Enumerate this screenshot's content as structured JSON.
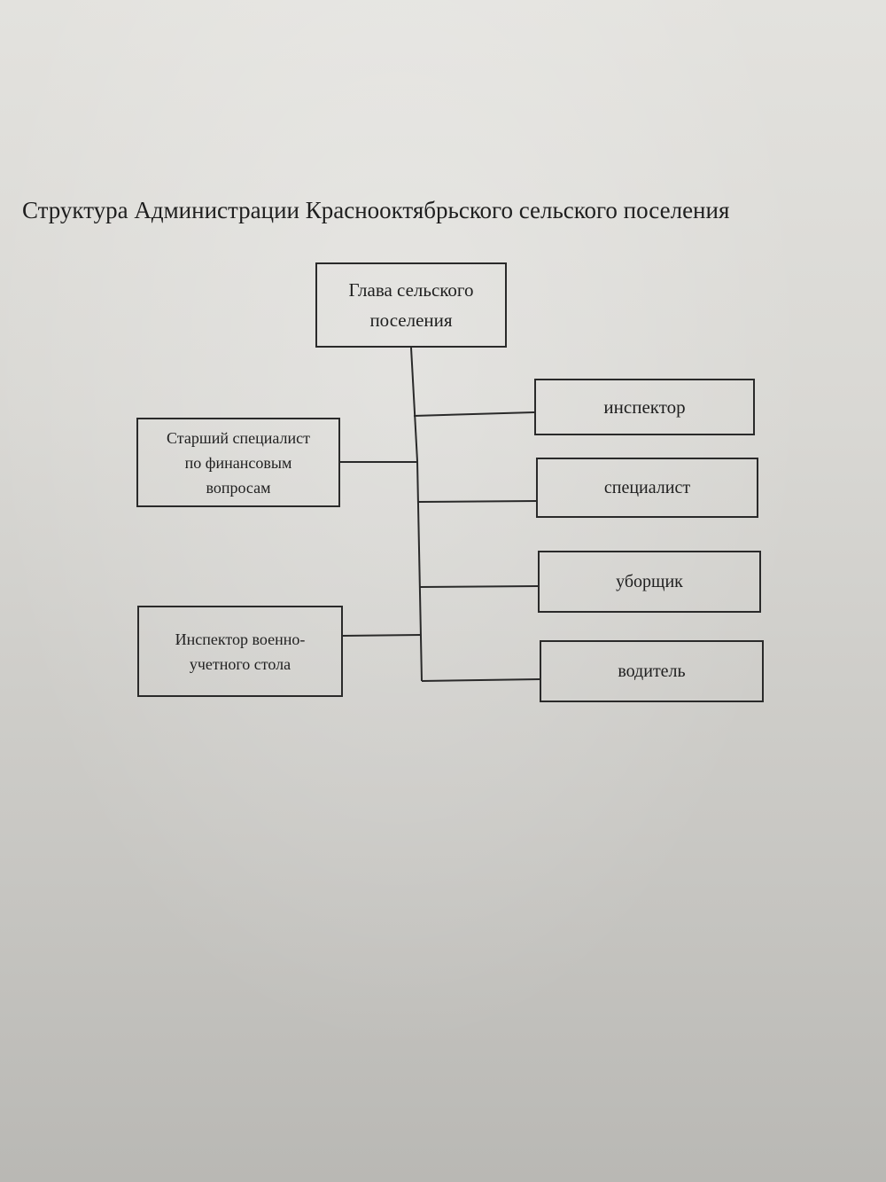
{
  "document": {
    "title": "Структура Администрации Краснооктябрьского сельского поселения"
  },
  "diagram": {
    "head": {
      "line1": "Глава сельского",
      "line2": "поселения"
    },
    "left": [
      {
        "id": "finance",
        "line1": "Старший специалист",
        "line2": "по финансовым",
        "line3": "вопросам"
      },
      {
        "id": "military",
        "line1": "Инспектор военно-",
        "line2": "учетного стола"
      }
    ],
    "right": [
      {
        "id": "inspector",
        "label": "инспектор"
      },
      {
        "id": "specialist",
        "label": "специалист"
      },
      {
        "id": "cleaner",
        "label": "уборщик"
      },
      {
        "id": "driver",
        "label": "водитель"
      }
    ]
  }
}
